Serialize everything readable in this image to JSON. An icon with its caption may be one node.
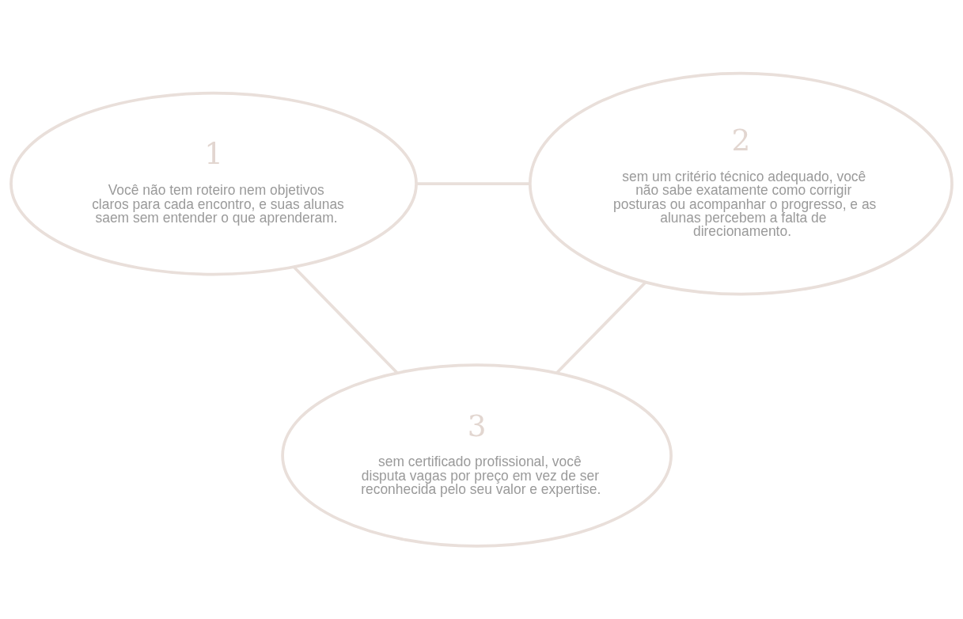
{
  "diagram": {
    "nodes": [
      {
        "text": [
          "1",
          "Você não tem roteiro nem objetivos claros para cada encontro, e suas alunas saem sem entender o que aprenderam."
        ]
      },
      {
        "text": [
          "2",
          "sem um critério técnico adequado, você não sabe exatamente como corrigir posturas ou acompanhar o progresso, e as alunas percebem a falta de direcionamento."
        ]
      },
      {
        "text": [
          "3",
          "sem certificado profissional, você disputa vagas por preço em vez de ser reconhecida pelo seu valor e expertise."
        ]
      }
    ],
    "edges": [
      {
        "from": 0,
        "to": 1,
        "arrow": "none"
      },
      {
        "from": 0,
        "to": 2,
        "arrow": "none"
      },
      {
        "from": 1,
        "to": 2,
        "arrow": "none"
      }
    ]
  }
}
